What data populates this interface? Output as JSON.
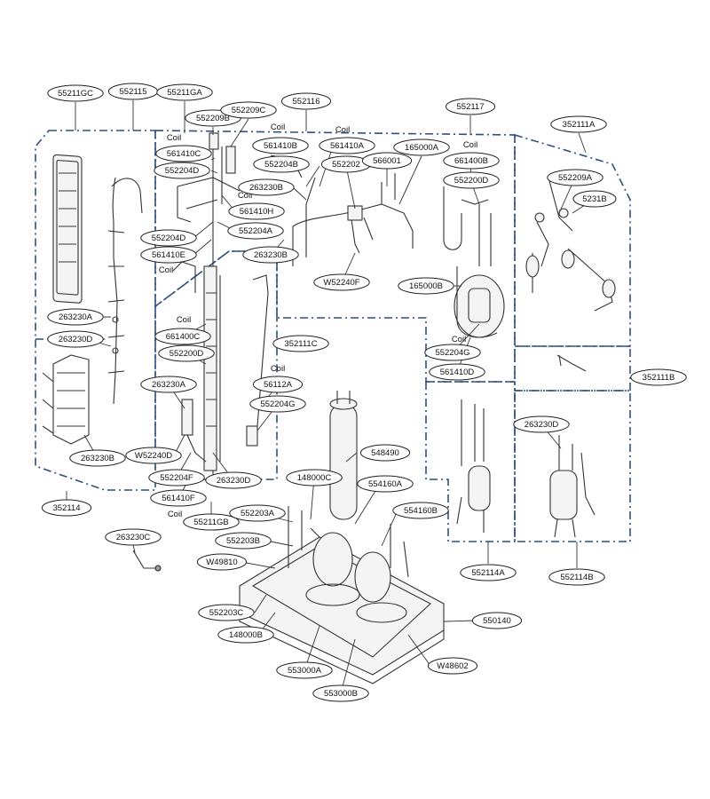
{
  "coil_label": "Coil",
  "callouts": [
    {
      "id": "c01",
      "label": "55211GC"
    },
    {
      "id": "c02",
      "label": "552115"
    },
    {
      "id": "c03",
      "label": "55211GA"
    },
    {
      "id": "c04",
      "label": "552209B"
    },
    {
      "id": "c05",
      "label": "552209C"
    },
    {
      "id": "c06",
      "label": "552116"
    },
    {
      "id": "c07",
      "label": "552117"
    },
    {
      "id": "c08",
      "label": "352111A"
    },
    {
      "id": "c09",
      "label": "561410C"
    },
    {
      "id": "c10",
      "label": "552204D"
    },
    {
      "id": "c11",
      "label": "561410B"
    },
    {
      "id": "c12",
      "label": "561410A"
    },
    {
      "id": "c13",
      "label": "165000A"
    },
    {
      "id": "c14",
      "label": "552204B"
    },
    {
      "id": "c15",
      "label": "552202"
    },
    {
      "id": "c16",
      "label": "566001"
    },
    {
      "id": "c17",
      "label": "661400B"
    },
    {
      "id": "c18",
      "label": "552200D"
    },
    {
      "id": "c19",
      "label": "552209A"
    },
    {
      "id": "c20",
      "label": "263230B"
    },
    {
      "id": "c21",
      "label": "5231B"
    },
    {
      "id": "c22",
      "label": "561410H"
    },
    {
      "id": "c23",
      "label": "552204A"
    },
    {
      "id": "c24",
      "label": "552204D"
    },
    {
      "id": "c25",
      "label": "561410E"
    },
    {
      "id": "c26",
      "label": "263230B"
    },
    {
      "id": "c27",
      "label": "W52240F"
    },
    {
      "id": "c28",
      "label": "165000B"
    },
    {
      "id": "c29",
      "label": "263230A"
    },
    {
      "id": "c30",
      "label": "263230D"
    },
    {
      "id": "c31",
      "label": "661400C"
    },
    {
      "id": "c32",
      "label": "352111C"
    },
    {
      "id": "c33",
      "label": "552204G"
    },
    {
      "id": "c34",
      "label": "552200D"
    },
    {
      "id": "c35",
      "label": "561410D"
    },
    {
      "id": "c36",
      "label": "352111B"
    },
    {
      "id": "c37",
      "label": "263230A"
    },
    {
      "id": "c38",
      "label": "56112A"
    },
    {
      "id": "c39",
      "label": "552204G"
    },
    {
      "id": "c40",
      "label": "263230D"
    },
    {
      "id": "c41",
      "label": "W52240D"
    },
    {
      "id": "c42",
      "label": "548490"
    },
    {
      "id": "c43",
      "label": "263230B"
    },
    {
      "id": "c44",
      "label": "552204F"
    },
    {
      "id": "c45",
      "label": "263230D"
    },
    {
      "id": "c46",
      "label": "148000C"
    },
    {
      "id": "c47",
      "label": "554160A"
    },
    {
      "id": "c48",
      "label": "352114"
    },
    {
      "id": "c49",
      "label": "561410F"
    },
    {
      "id": "c50",
      "label": "552203A"
    },
    {
      "id": "c51",
      "label": "554160B"
    },
    {
      "id": "c52",
      "label": "55211GB"
    },
    {
      "id": "c53",
      "label": "263230C"
    },
    {
      "id": "c54",
      "label": "552203B"
    },
    {
      "id": "c55",
      "label": "W49810"
    },
    {
      "id": "c56",
      "label": "552114A"
    },
    {
      "id": "c57",
      "label": "552114B"
    },
    {
      "id": "c58",
      "label": "552203C"
    },
    {
      "id": "c59",
      "label": "550140"
    },
    {
      "id": "c60",
      "label": "148000B"
    },
    {
      "id": "c61",
      "label": "W48602"
    },
    {
      "id": "c62",
      "label": "553000A"
    },
    {
      "id": "c63",
      "label": "553000B"
    }
  ]
}
